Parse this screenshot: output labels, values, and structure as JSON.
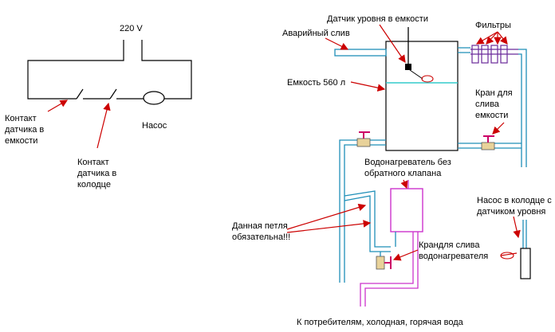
{
  "wiring": {
    "voltage": "220 V",
    "tank_sensor_contact": [
      "Контакт",
      "датчика в",
      "емкости"
    ],
    "well_sensor_contact": [
      "Контакт",
      "датчика в",
      "колодце"
    ],
    "pump": "Насос"
  },
  "plumbing": {
    "level_sensor": "Датчик уровня в емкости",
    "emergency_drain": "Аварийный слив",
    "filters": "Фильтры",
    "tank": "Емкость 560 л",
    "tank_drain_valve": [
      "Кран для",
      "слива",
      "емкости"
    ],
    "water_heater": [
      "Водонагреватель без",
      "обратного клапана"
    ],
    "loop_required": [
      "Данная петля",
      "обязательна!!!"
    ],
    "well_pump": [
      "Насос в колодце с",
      "датчиком уровня"
    ],
    "heater_drain_valve": [
      "Крандля слива",
      "водонагревателя"
    ],
    "consumers": "К потребителям, холодная, горячая вода"
  },
  "colors": {
    "pipe": "#1f8fb8",
    "annotation": "#cc0000",
    "heater": "#cc33cc",
    "water_level": "#33cccc",
    "filter": "#6a2a9a",
    "valve_handle": "#cc0066",
    "valve_body": "#e8d29a"
  }
}
